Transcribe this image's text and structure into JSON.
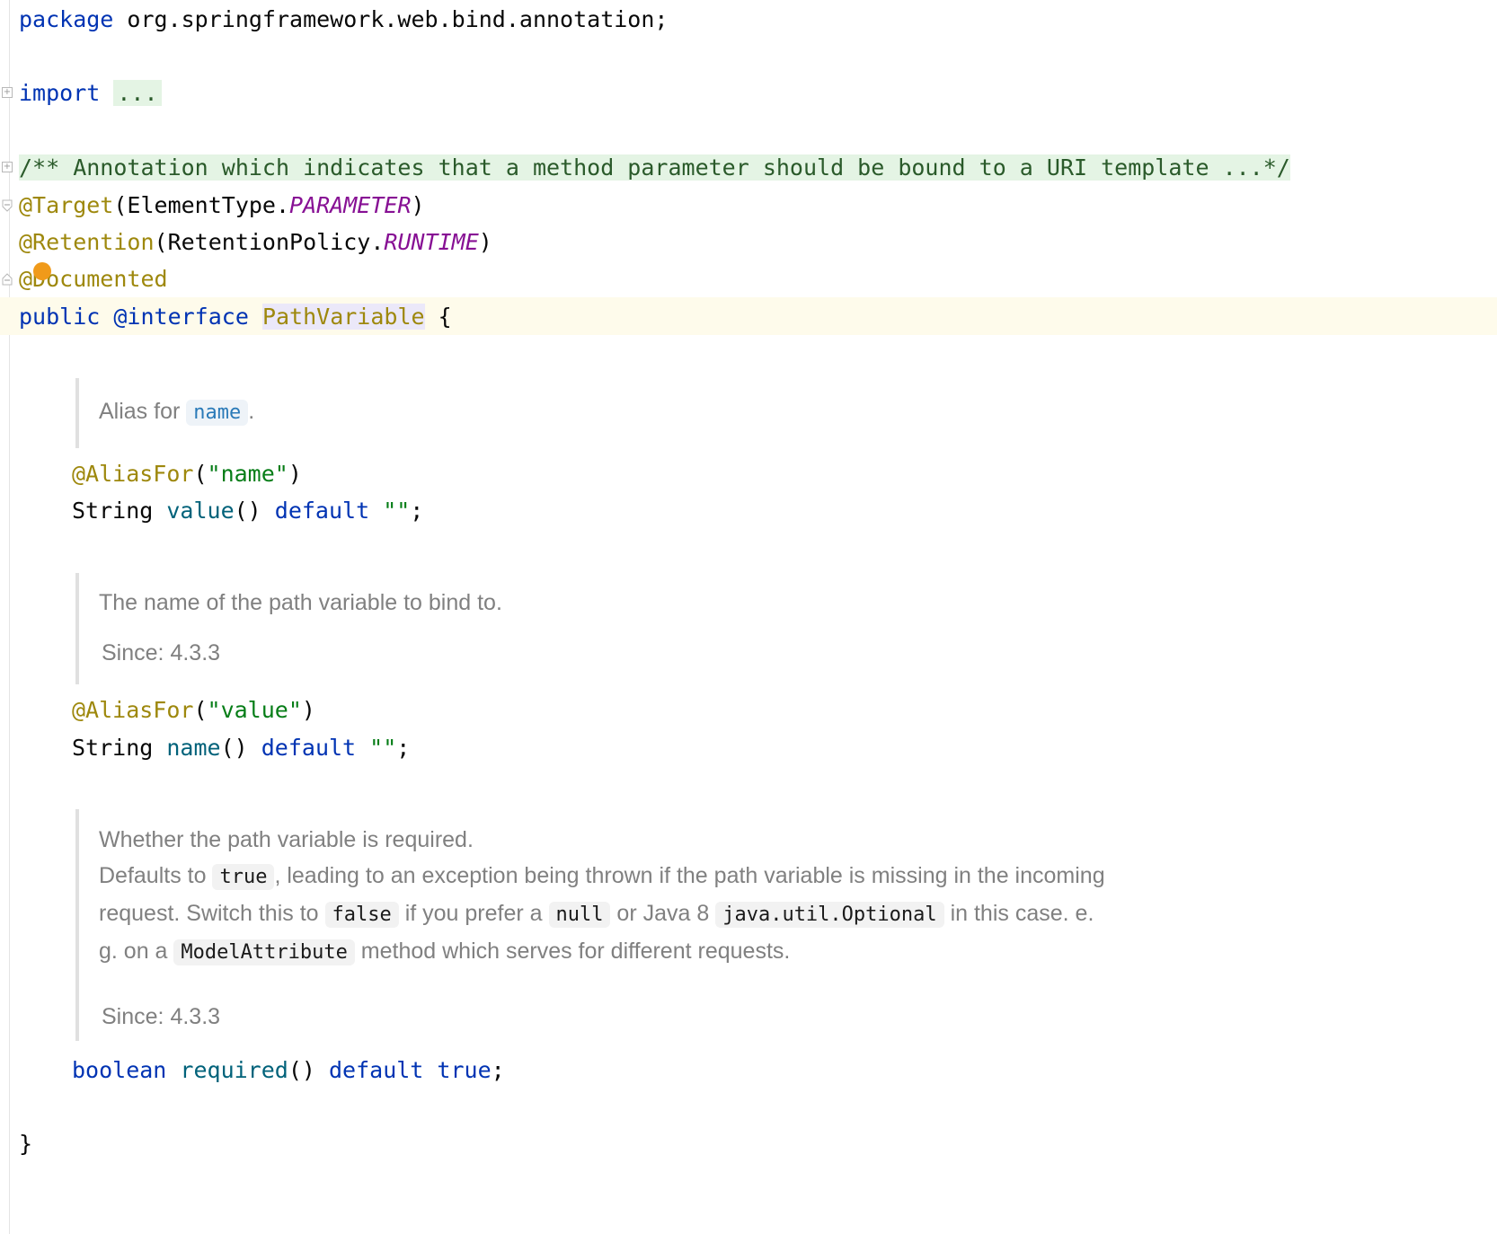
{
  "editor": {
    "line_package": {
      "kw": "package",
      "rest": " org.springframework.web.bind.annotation;"
    },
    "line_import": {
      "kw": "import",
      "folded": "..."
    },
    "line_doc": {
      "text": "/** Annotation which indicates that a method parameter should be bound to a URI template ...*/"
    },
    "line_target": {
      "ann": "@Target",
      "open": "(ElementType.",
      "const": "PARAMETER",
      "close": ")"
    },
    "line_retention": {
      "ann": "@Retention",
      "open": "(RetentionPolicy.",
      "const": "RUNTIME",
      "close": ")"
    },
    "line_documented": {
      "ann": "@Documented"
    },
    "line_interface": {
      "kw1": "public",
      "kw2": "@interface",
      "name": "PathVariable",
      "brace": " {"
    },
    "closing_brace": "}"
  },
  "members": [
    {
      "doc": {
        "prefix": "Alias for ",
        "link": "name",
        "suffix": "."
      },
      "alias": {
        "ann": "@AliasFor",
        "open": "(",
        "str": "\"name\"",
        "close": ")"
      },
      "decl": {
        "type": "String ",
        "method": "value",
        "parens": "() ",
        "kw": "default",
        "str": " \"\"",
        "end": ";"
      }
    },
    {
      "doc": {
        "text": "The name of the path variable to bind to.",
        "since_label": "Since:",
        "since_value": "4.3.3"
      },
      "alias": {
        "ann": "@AliasFor",
        "open": "(",
        "str": "\"value\"",
        "close": ")"
      },
      "decl": {
        "type": "String ",
        "method": "name",
        "parens": "() ",
        "kw": "default",
        "str": " \"\"",
        "end": ";"
      }
    },
    {
      "doc": {
        "line1": "Whether the path variable is required.",
        "p2_a": "Defaults to ",
        "p2_chip1": "true",
        "p2_b": ", leading to an exception being thrown if the path variable is missing in the incoming",
        "p3_a": "request. Switch this to ",
        "p3_chip1": "false",
        "p3_b": " if you prefer a ",
        "p3_chip2": "null",
        "p3_c": " or Java 8 ",
        "p3_chip3": "java.util.Optional",
        "p3_d": " in this case. e.",
        "p4_a": "g. on a ",
        "p4_chip1": "ModelAttribute",
        "p4_b": " method which serves for different requests.",
        "since_label": "Since:",
        "since_value": "4.3.3"
      },
      "decl": {
        "type": "boolean",
        "method": "required",
        "parens": "() ",
        "kw": "default",
        "val": "true",
        "end": ";"
      }
    }
  ]
}
